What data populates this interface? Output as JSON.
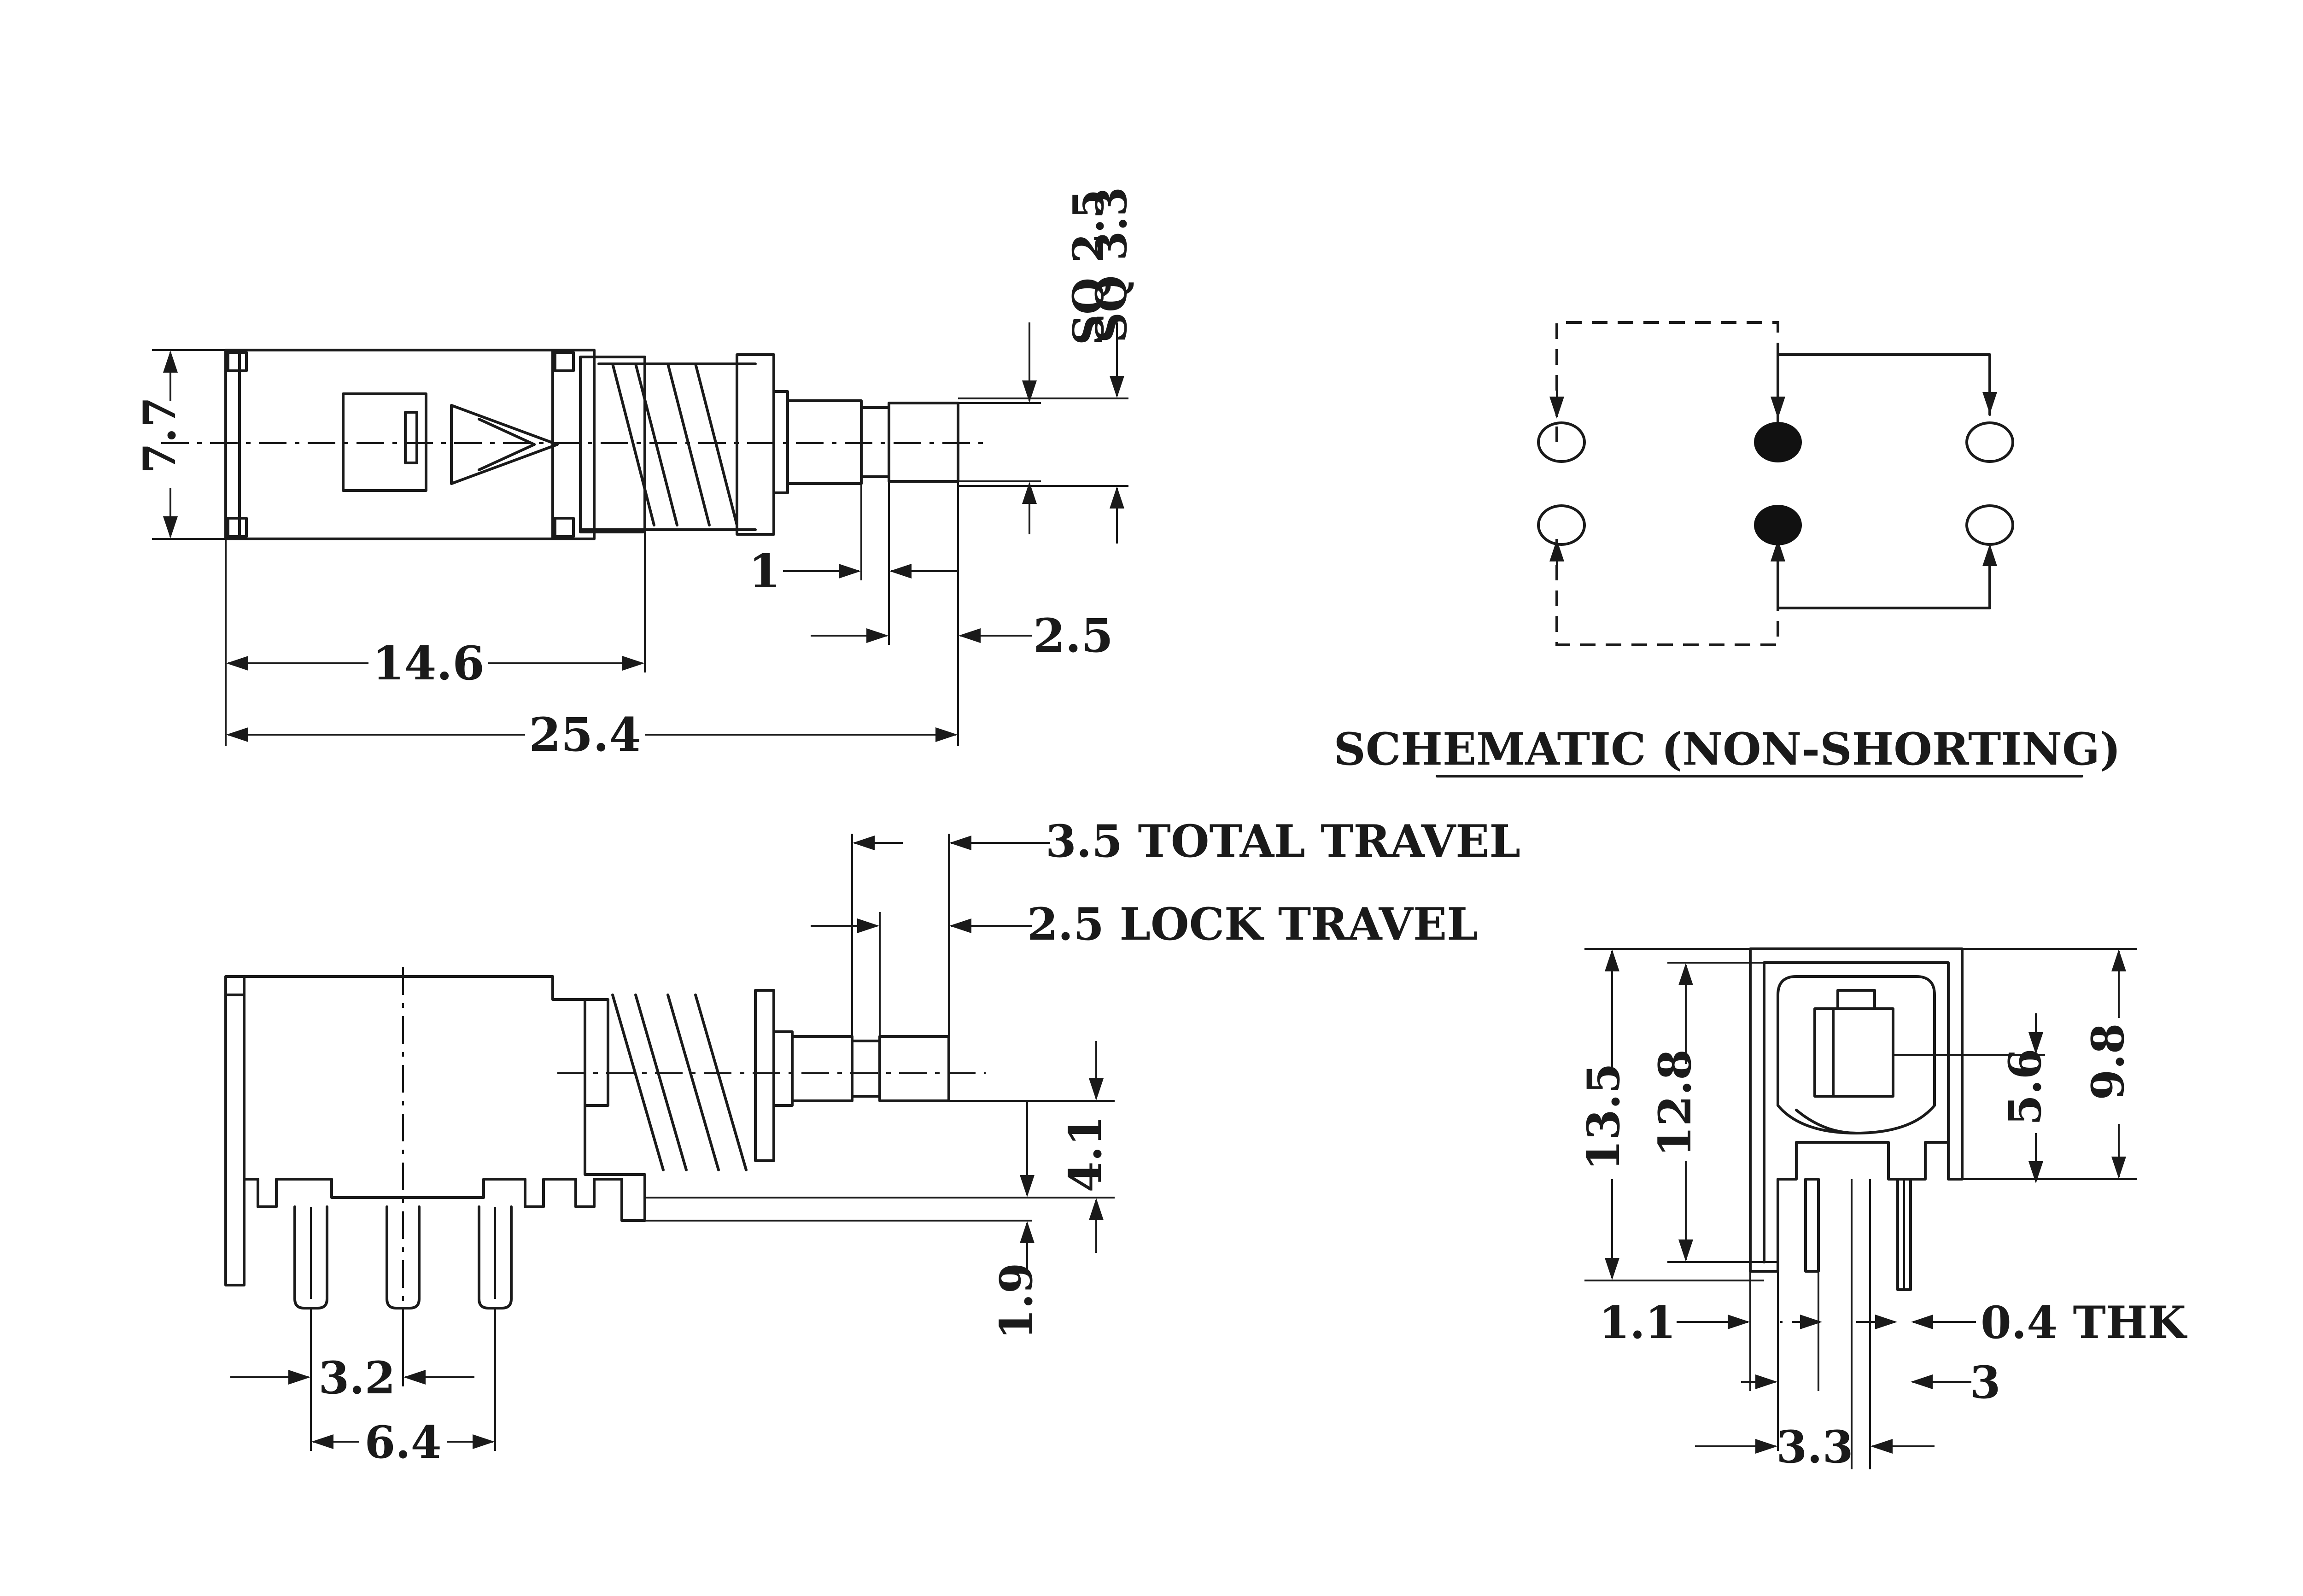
{
  "top_view": {
    "sq_small": "SQ 2.5",
    "sq_large": "SQ 3.3",
    "height": "7.7",
    "body_length": "14.6",
    "total_length": "25.4",
    "step": "1",
    "cap_length": "2.5"
  },
  "schematic": {
    "caption": "SCHEMATIC (NON-SHORTING)"
  },
  "side_view": {
    "total_travel": "3.5 TOTAL TRAVEL",
    "lock_travel": "2.5 LOCK TRAVEL",
    "pitch": "3.2",
    "span": "6.4",
    "shaft_height": "4.1",
    "standoff": "1.9"
  },
  "end_view": {
    "overall_height": "13.5",
    "body_height": "12.8",
    "upper_height": "9.8",
    "shaft_center": "5.6",
    "bracket_width": "1.1",
    "pin_thickness": "0.4 THK",
    "pin_offset": "3",
    "pin_spacing": "3.3"
  },
  "icons": [
    "dimension-arrow-icon",
    "switch-contact-icon"
  ]
}
